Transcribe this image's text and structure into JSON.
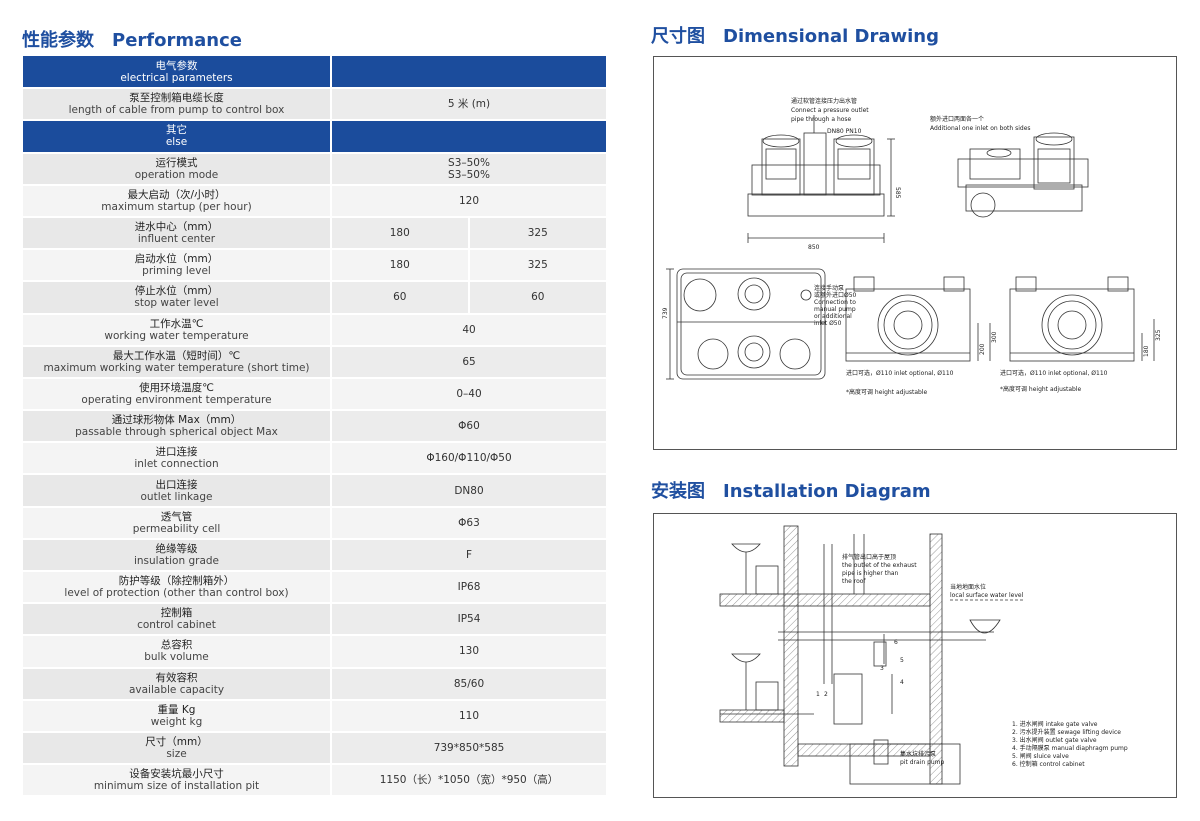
{
  "performance": {
    "title_cn": "性能参数",
    "title_en": "Performance",
    "rows": [
      {
        "cn": "电气参数",
        "en": "electrical parameters",
        "section": true
      },
      {
        "cn": "泵至控制箱电缆长度",
        "en": "length of cable from pump to control box",
        "value": "5 米 (m)"
      },
      {
        "cn": "其它",
        "en": "else",
        "section": true
      },
      {
        "cn": "运行模式",
        "en": "operation mode",
        "value": "S3–50%\nS3–50%"
      },
      {
        "cn": "最大启动（次/小时）",
        "en": "maximum startup (per hour)",
        "value": "120"
      },
      {
        "cn": "进水中心（mm）",
        "en": "influent center",
        "v1": "180",
        "v2": "325"
      },
      {
        "cn": "启动水位（mm）",
        "en": "priming level",
        "v1": "180",
        "v2": "325"
      },
      {
        "cn": "停止水位（mm）",
        "en": "stop water level",
        "v1": "60",
        "v2": "60"
      },
      {
        "cn": "工作水温℃",
        "en": "working water temperature",
        "value": "40"
      },
      {
        "cn": "最大工作水温（短时间）℃",
        "en": "maximum working water temperature (short time)",
        "value": "65"
      },
      {
        "cn": "使用环境温度℃",
        "en": "operating environment temperature",
        "value": "0–40"
      },
      {
        "cn": "通过球形物体 Max（mm）",
        "en": "passable through spherical object Max",
        "value": "Φ60"
      },
      {
        "cn": "进口连接",
        "en": "inlet connection",
        "value": "Φ160/Φ110/Φ50"
      },
      {
        "cn": "出口连接",
        "en": "outlet linkage",
        "value": "DN80"
      },
      {
        "cn": "透气管",
        "en": "permeability cell",
        "value": "Φ63"
      },
      {
        "cn": "绝缘等级",
        "en": "insulation grade",
        "value": "F"
      },
      {
        "cn": "防护等级（除控制箱外）",
        "en": "level of protection (other than control box)",
        "value": "IP68"
      },
      {
        "cn": "控制箱",
        "en": "control cabinet",
        "value": "IP54"
      },
      {
        "cn": "总容积",
        "en": "bulk volume",
        "value": "130"
      },
      {
        "cn": "有效容积",
        "en": "available capacity",
        "value": "85/60"
      },
      {
        "cn": "重量 Kg",
        "en": "weight kg",
        "value": "110"
      },
      {
        "cn": "尺寸（mm）",
        "en": "size",
        "value": "739*850*585"
      },
      {
        "cn": "设备安装坑最小尺寸",
        "en": "minimum size of installation pit",
        "value": "1150（长）*1050（宽）*950（高）"
      }
    ]
  },
  "dimensional": {
    "title_cn": "尺寸图",
    "title_en": "Dimensional Drawing",
    "labels": {
      "hose_cn": "通过软管连接压力出水管",
      "hose_en1": "Connect a pressure outlet",
      "hose_en2": "pipe through a hose",
      "dn": "DN80 PN10",
      "inlet_cn": "额外进口两面各一个",
      "inlet_en": "Additional one inlet on both sides",
      "dim_585": "585",
      "dim_850": "850",
      "dim_739": "739",
      "manual_cn": "连接手动泵",
      "manual_cn2": "或额外进口Ø50",
      "manual_en1": "Connection to",
      "manual_en2": "manual pump",
      "manual_en3": "or additional",
      "manual_en4": "inlet Ø50",
      "dim_200": "200",
      "dim_300": "300",
      "dim_180": "180",
      "dim_325": "325",
      "inlet_opt": "进口可选，Ø110  inlet optional, Ø110",
      "height_adj": "*高度可调   height adjustable"
    }
  },
  "installation": {
    "title_cn": "安装图",
    "title_en": "Installation Diagram",
    "labels": {
      "exhaust_cn": "排气管出口高于屋顶",
      "exhaust_en1": "the outlet of the exhaust",
      "exhaust_en2": "pipe is higher than",
      "exhaust_en3": "the roof",
      "surface_cn": "当地地面水位",
      "surface_en": "local surface water level",
      "pit_cn": "集水坑排污泵",
      "pit_en": "pit drain pump",
      "n1": "1",
      "n2": "2",
      "n3": "3",
      "n4": "4",
      "n5": "5",
      "n6": "6",
      "legend": [
        "1.  进水闸阀      intake gate valve",
        "2.  污水提升装置    sewage lifting device",
        "3.  出水闸阀      outlet gate valve",
        "4.  手动隔膜泵     manual diaphragm pump",
        "5.  闸阀        sluice valve",
        "6.  控制箱       control cabinet"
      ]
    }
  }
}
